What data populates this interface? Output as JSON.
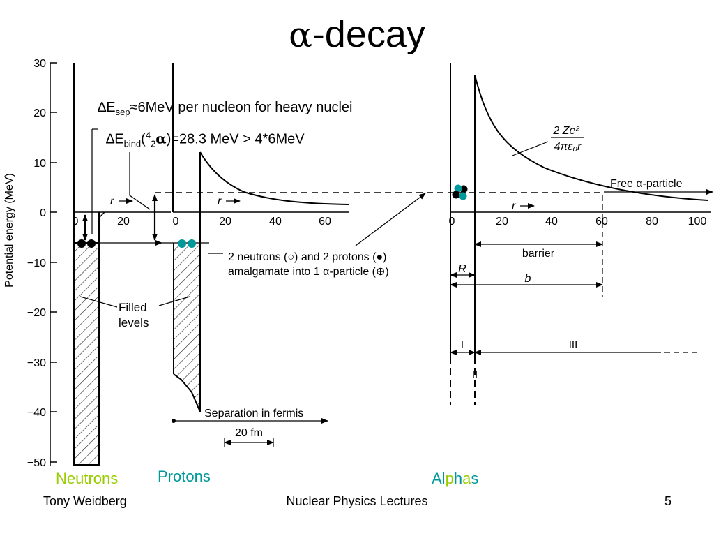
{
  "slide": {
    "title_greek": "α",
    "title_rest": "-decay",
    "footer_left": "Tony Weidberg",
    "footer_center": "Nuclear Physics Lectures",
    "footer_right": "5"
  },
  "annotations": {
    "esep": {
      "delta": "∆E",
      "sub": "sep",
      "rest": "≈6MeV per nucleon for heavy nuclei"
    },
    "ebind": {
      "delta": "∆E",
      "sub": "bind",
      "open": "(",
      "sup": "4",
      "sub2": "2",
      "alpha": "α",
      "rest": ")=28.3 MeV > 4*6MeV"
    }
  },
  "captions": {
    "neutrons": "Neutrons",
    "protons": "Protons",
    "alphas": [
      "Al",
      "p",
      "h",
      "a",
      "s"
    ]
  },
  "colors": {
    "neutrons": "#99cc00",
    "protons": "#009999",
    "alpha_black": "#000000",
    "alpha_teal": "#009999"
  },
  "diagram": {
    "y_axis_label": "Potential energy (MeV)",
    "y_ticks": [
      "30",
      "20",
      "10",
      "0",
      "−10",
      "−20",
      "−30",
      "−40",
      "−50"
    ],
    "panel1_ticks": [
      "0",
      "20"
    ],
    "panel2_ticks": [
      "0",
      "20",
      "40",
      "60"
    ],
    "panel3_ticks": [
      "0",
      "20",
      "40",
      "60",
      "80",
      "100"
    ],
    "r_label": "r",
    "arrow_glyph": "→",
    "filled_levels": [
      "Filled",
      "levels"
    ],
    "amalgamate": [
      "2 neutrons (○) and 2 protons (●)",
      "amalgamate into 1 α-particle (⊕)"
    ],
    "separation": "Separation in fermis",
    "scale_bar": "20 fm",
    "coulomb_num": "2 Ze²",
    "coulomb_den": "4πε₀r",
    "free_alpha": "Free α-particle",
    "barrier": "barrier",
    "R": "R",
    "b": "b",
    "region_I": "I",
    "region_II": "II",
    "region_III": "III"
  }
}
